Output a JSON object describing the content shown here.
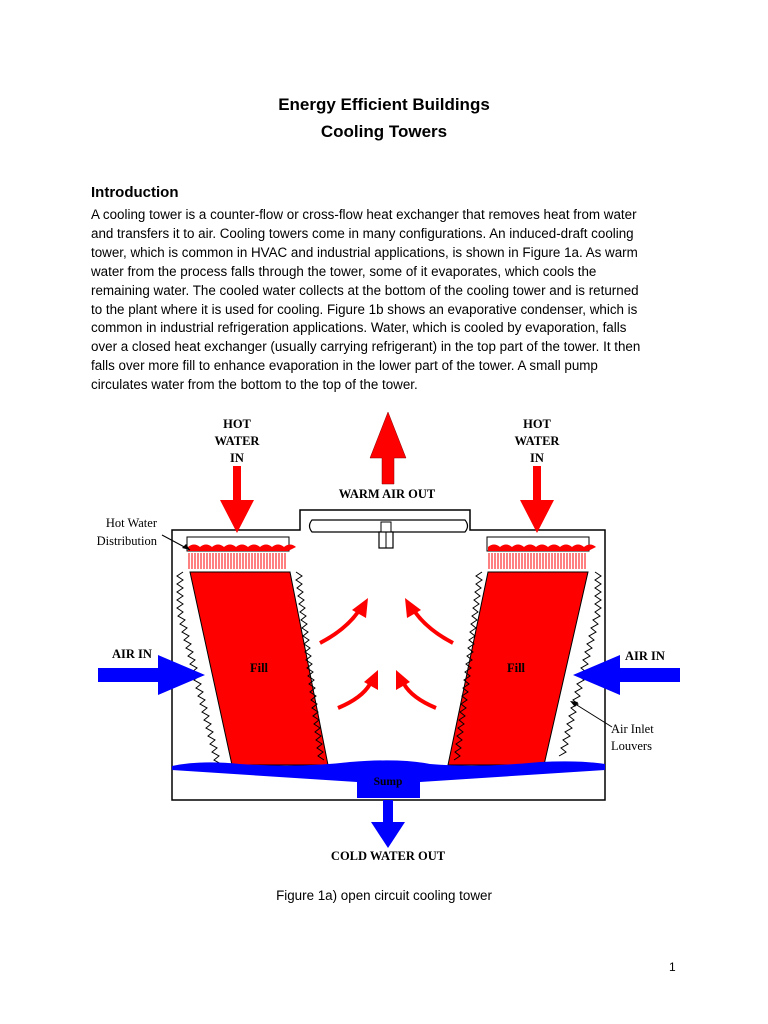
{
  "document": {
    "title_line1": "Energy Efficient Buildings",
    "title_line2": "Cooling Towers",
    "section_heading": "Introduction",
    "paragraph_lines": [
      "A cooling tower is a counter-flow or cross-flow heat exchanger that removes heat from water",
      "and transfers it to air.  Cooling towers come in many configurations.  An induced-draft cooling",
      "tower, which is common in HVAC and industrial applications, is shown in Figure 1a.  As warm",
      "water from the process falls through the tower, some of it evaporates, which cools the",
      "remaining water.  The cooled water collects at the bottom of the cooling tower and is returned",
      "to the plant where it is used for cooling.  Figure 1b shows an evaporative condenser, which is",
      "common in industrial refrigeration applications.  Water, which is cooled by evaporation, falls",
      "over a closed heat exchanger (usually carrying refrigerant) in the top part of the tower.  It then",
      "falls over more fill to enhance evaporation in the lower part of the tower.  A small pump",
      "circulates water from the bottom to the top of the tower."
    ],
    "figure_caption": "Figure 1a) open circuit cooling tower",
    "page_number": "1"
  },
  "diagram": {
    "hot_water_in_left": [
      "HOT",
      "WATER",
      "IN"
    ],
    "hot_water_in_right": [
      "HOT",
      "WATER",
      "IN"
    ],
    "warm_air_out": "WARM AIR OUT",
    "hot_water_distribution": [
      "Hot Water",
      "Distribution"
    ],
    "air_in_left": "AIR IN",
    "air_in_right": "AIR IN",
    "fill_left": "Fill",
    "fill_right": "Fill",
    "air_inlet_louvers": [
      "Air Inlet",
      "Louvers"
    ],
    "sump": "Sump",
    "cold_water_out": "COLD WATER OUT",
    "colors": {
      "water_hot": "#ff0000",
      "water_cold": "#0000ff",
      "outline": "#000000"
    }
  }
}
